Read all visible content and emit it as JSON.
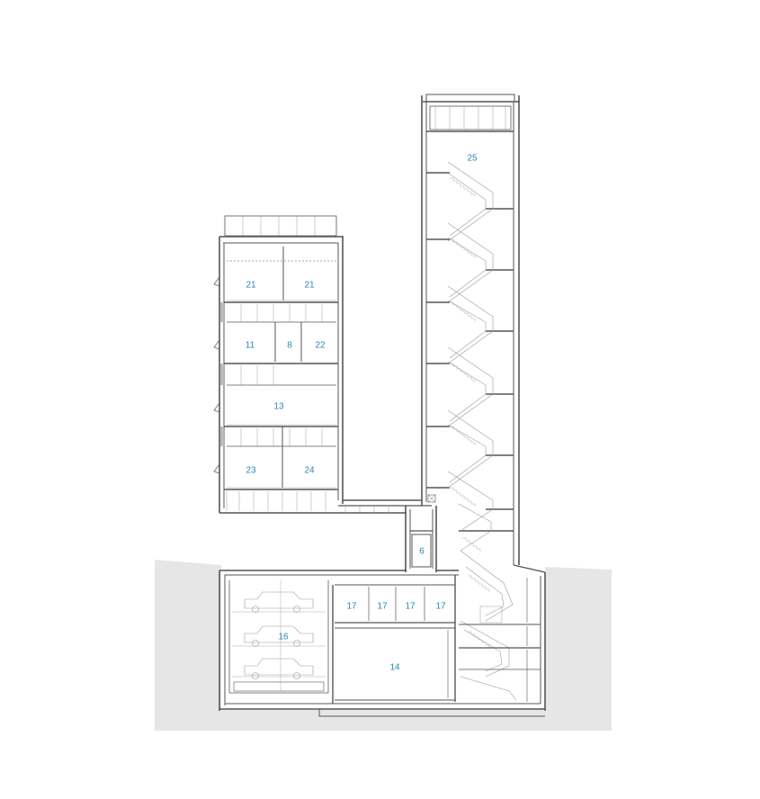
{
  "colors": {
    "background": "#ffffff",
    "ground": "#e6e6e6",
    "line": "#555555",
    "fine_line": "#9a9a9a",
    "label": "#2a86b6"
  },
  "rooms": {
    "r25": "25",
    "r21a": "21",
    "r21b": "21",
    "r11": "11",
    "r8": "8",
    "r22": "22",
    "r13": "13",
    "r23": "23",
    "r24": "24",
    "r6": "6",
    "r17a": "17",
    "r17b": "17",
    "r17c": "17",
    "r17d": "17",
    "r16": "16",
    "r14": "14"
  }
}
